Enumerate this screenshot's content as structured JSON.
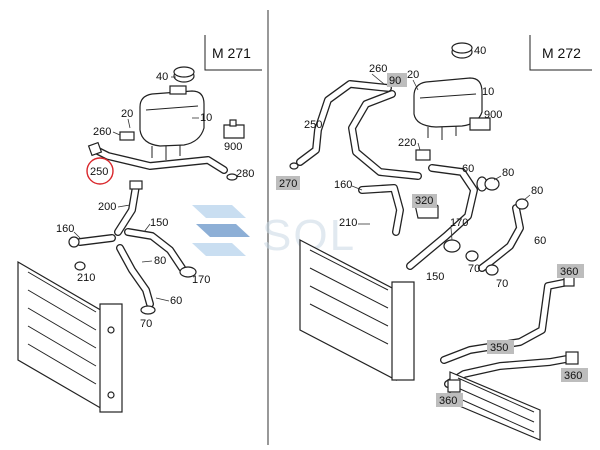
{
  "panels": {
    "left": {
      "title": "M 271",
      "labels": {
        "p40": "40",
        "p20": "20",
        "p10": "10",
        "p260": "260",
        "p900": "900",
        "p250": "250",
        "p280": "280",
        "p200": "200",
        "p150": "150",
        "p160": "160",
        "p80": "80",
        "p210": "210",
        "p170": "170",
        "p60": "60",
        "p70": "70"
      }
    },
    "right": {
      "title": "M 272",
      "labels": {
        "p260": "260",
        "p90": "90",
        "p20": "20",
        "p40": "40",
        "p10": "10",
        "p250": "250",
        "p900": "900",
        "p220": "220",
        "p270": "270",
        "p160": "160",
        "p60a": "60",
        "p80a": "80",
        "p320": "320",
        "p80b": "80",
        "p210": "210",
        "p170": "170",
        "p60b": "60",
        "p70a": "70",
        "p150": "150",
        "p70b": "70",
        "p360a": "360",
        "p350": "350",
        "p360b": "360",
        "p360c": "360"
      }
    }
  },
  "watermark": "SOL",
  "colors": {
    "line": "#222222",
    "highlight_box": "#bdbdbd",
    "callout_circle": "#d9262b",
    "watermark_blue": "#2f6db5"
  }
}
